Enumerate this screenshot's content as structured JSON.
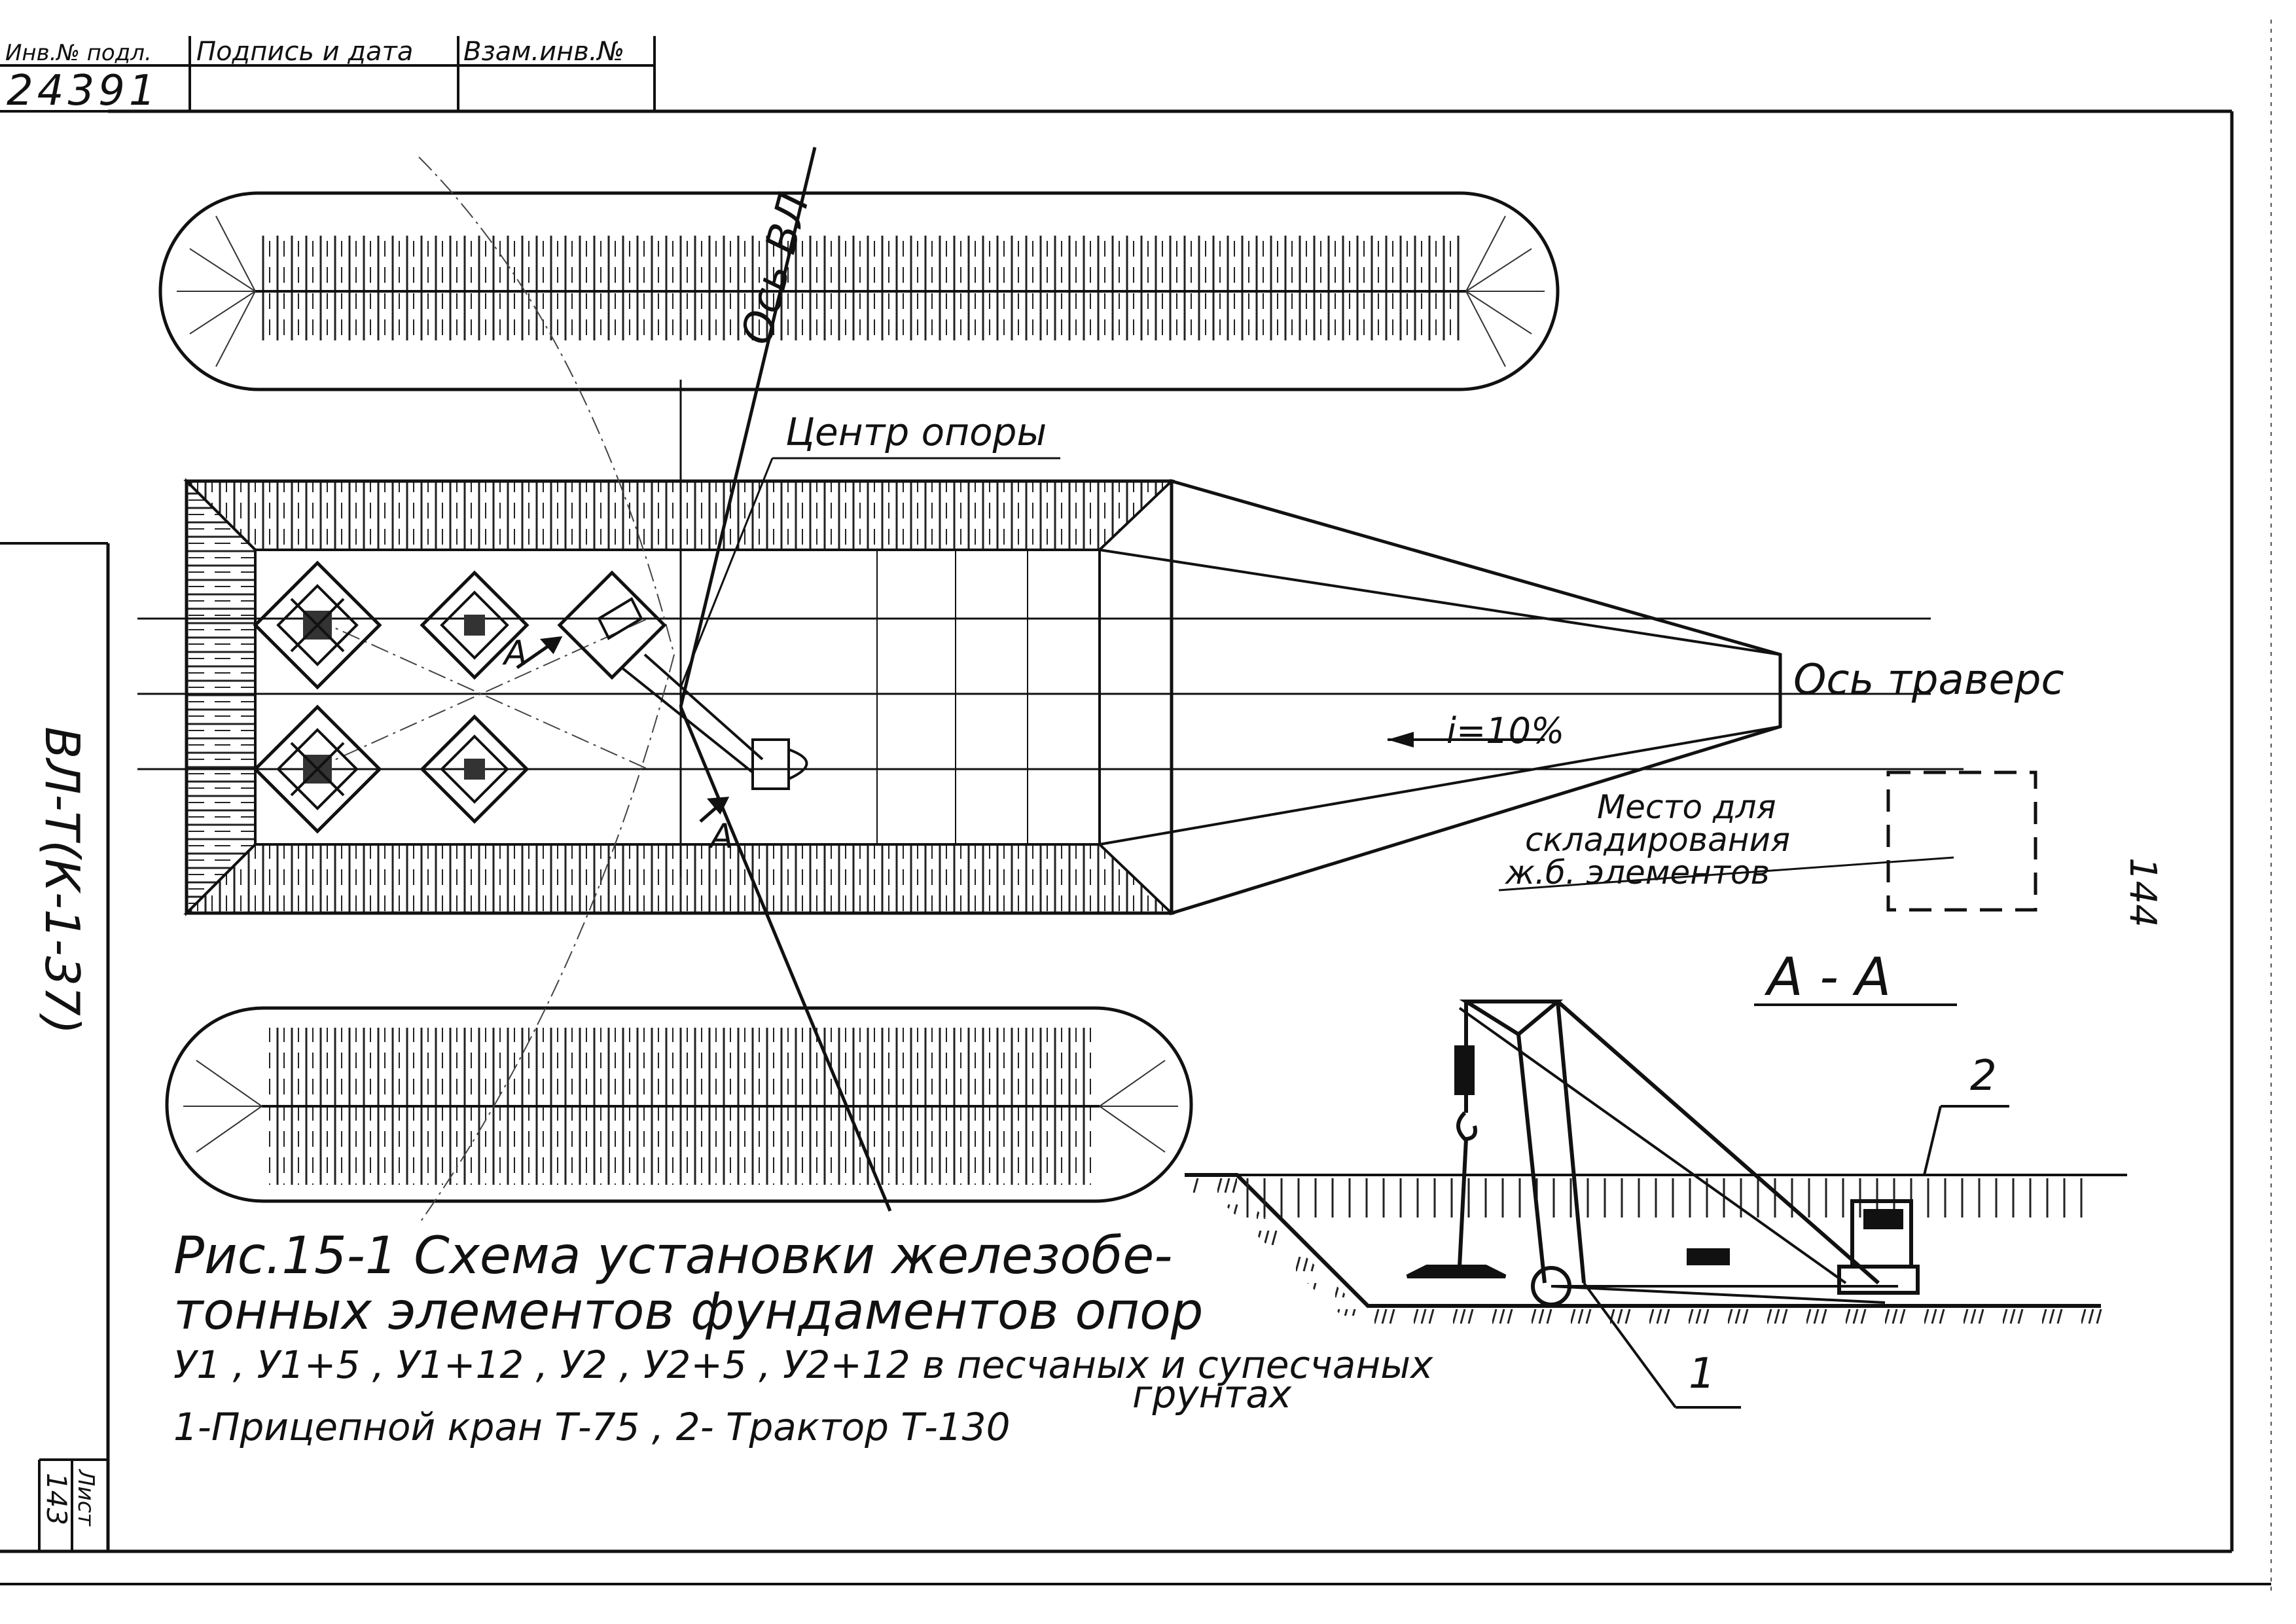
{
  "title_block": {
    "col1_header": "Инв.№ подл.",
    "col2_header": "Подпись и дата",
    "col3_header": "Взам.инв.№",
    "inventory_number": "24391"
  },
  "side_code": "ВЛ-Т(К-1-37)",
  "sheet_label": "Лист",
  "sheet_number": "143",
  "page_number_rotated": "144",
  "plan": {
    "label_axis_vl": "Ось ВЛ",
    "label_center": "Центр опоры",
    "label_traverse_axis": "Ось траверс",
    "label_slope": "i=10%",
    "label_section_mark": "А",
    "storage_label_line1": "Место для",
    "storage_label_line2": "складирования",
    "storage_label_line3": "ж.б. элементов"
  },
  "section": {
    "title": "А - А",
    "callout_1": "1",
    "callout_2": "2"
  },
  "caption": {
    "line1": "Рис.15-1 Схема установки железобе-",
    "line2": "тонных элементов фундаментов опор",
    "line3": "У1 , У1+5 , У1+12 , У2 , У2+5 , У2+12 в песчаных и супесчаных",
    "line4": "грунтах",
    "line5": "1-Прицепной кран Т-75 , 2- Трактор Т-130"
  }
}
